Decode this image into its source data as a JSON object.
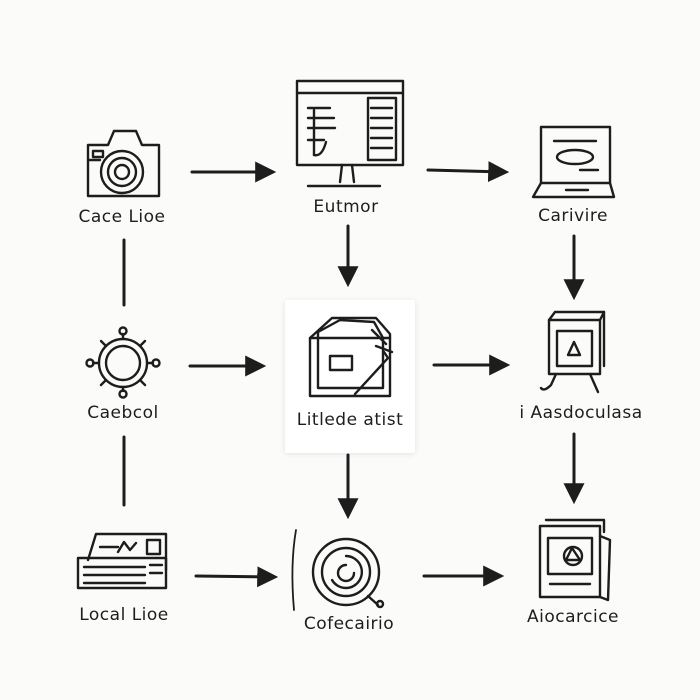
{
  "nodes": [
    {
      "id": "camera",
      "label": "Cace Lioe",
      "icon": "camera-icon"
    },
    {
      "id": "monitor",
      "label": "Eutmor",
      "icon": "monitor-icon"
    },
    {
      "id": "laptop",
      "label": "Carivire",
      "icon": "laptop-icon"
    },
    {
      "id": "gear",
      "label": "Caebcol",
      "icon": "gear-icon"
    },
    {
      "id": "center",
      "label": "Litlede atist",
      "icon": "box-icon"
    },
    {
      "id": "device",
      "label": "i Aasdoculasa",
      "icon": "device-icon"
    },
    {
      "id": "printer",
      "label": "Local Lioe",
      "icon": "printer-icon"
    },
    {
      "id": "disc",
      "label": "Cofecairio",
      "icon": "disc-icon"
    },
    {
      "id": "document",
      "label": "Aiocarcice",
      "icon": "document-icon"
    }
  ],
  "colors": {
    "ink": "#1d1d1d",
    "background": "#fbfbfa",
    "card": "#ffffff"
  }
}
